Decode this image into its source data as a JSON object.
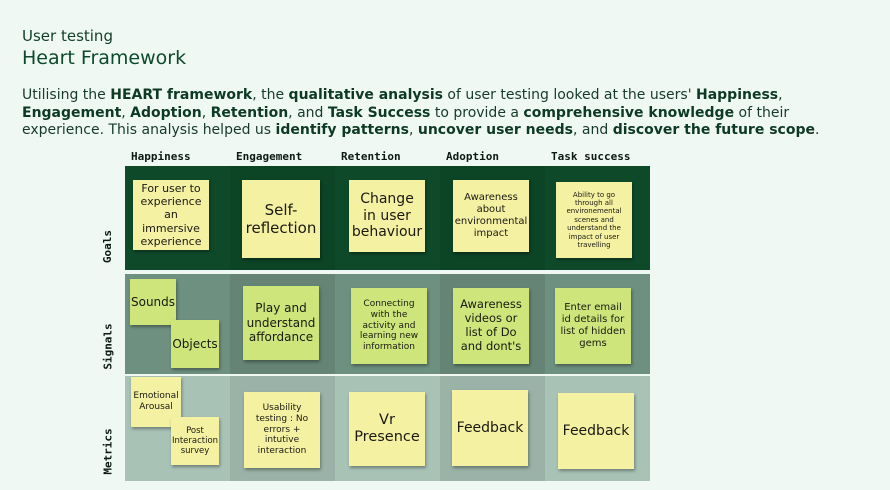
{
  "header": {
    "subtitle": "User testing",
    "title": "Heart Framework"
  },
  "intro": {
    "p1": "Utilising the ",
    "b1": "HEART framework",
    "p2": ", the ",
    "b2": "qualitative analysis",
    "p3": " of user testing looked at the users' ",
    "b3": "Happiness",
    "p4": ", ",
    "b4": "Engagement",
    "p5": ", ",
    "b5": "Adoption",
    "p6": ", ",
    "b6": "Retention",
    "p7": ", and ",
    "b7": "Task Success",
    "p8": " to provide a ",
    "b8": "comprehensive knowledge",
    "p9": " of their experience. This analysis helped us ",
    "b9": "identify patterns",
    "p10": ", ",
    "b10": "uncover user needs",
    "p11": ", and ",
    "b11": "discover the future scope",
    "p12": "."
  },
  "board": {
    "columns": [
      "Happiness",
      "Engagement",
      "Retention",
      "Adoption",
      "Task success"
    ],
    "rows": [
      "Goals",
      "Signals",
      "Metrics"
    ],
    "goals": {
      "happiness": "For user to experience an immersive experience",
      "engagement": "Self-reflection",
      "retention": "Change in user behaviour",
      "adoption": "Awareness about environmental impact",
      "task_success": "Ability to go through all environemental scenes and understand the impact of user travelling"
    },
    "signals": {
      "happiness_1": "Sounds",
      "happiness_2": "Objects",
      "engagement": "Play and understand affordance",
      "retention": "Connecting with the activity and learning new information",
      "adoption": "Awareness videos or list of Do and dont's",
      "task_success": "Enter email id details for list of hidden gems"
    },
    "metrics": {
      "happiness_1": "Emotional Arousal",
      "happiness_2": "Post Interaction survey",
      "engagement": "Usability testing : No errors + intutive interaction",
      "retention": "Vr Presence",
      "adoption": "Feedback",
      "task_success": "Feedback"
    }
  }
}
